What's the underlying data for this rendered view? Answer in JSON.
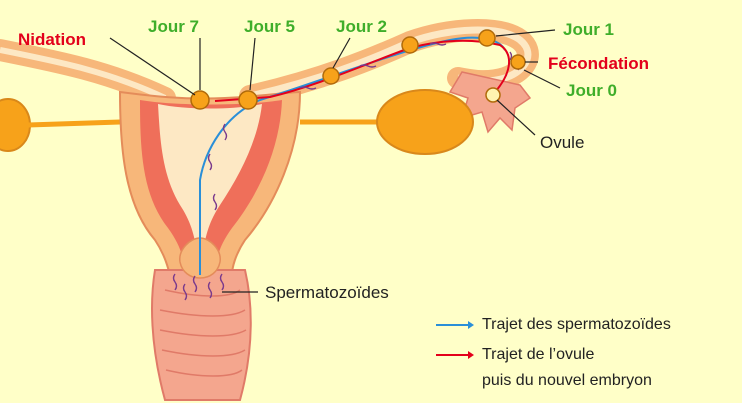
{
  "labels": {
    "nidation": "Nidation",
    "jour7": "Jour 7",
    "jour5": "Jour 5",
    "jour2": "Jour 2",
    "jour1": "Jour 1",
    "fecondation": "Fécondation",
    "jour0": "Jour 0",
    "ovule": "Ovule",
    "spermatozoides": "Spermatozoïdes"
  },
  "legend": {
    "sperm_path": "Trajet des spermatozoïdes",
    "ovum_path_line1": "Trajet de l’ovule",
    "ovum_path_line2": "puis du nouvel embryon"
  },
  "colors": {
    "background": "#ffffc8",
    "tissue_outer": "#f7b77a",
    "tissue_inner": "#ef6f5a",
    "cavity": "#fde8c4",
    "ovary": "#f7a21a",
    "sperm_arrow": "#2a8fd8",
    "ovum_arrow": "#e3001b",
    "day_label": "#3fae2a",
    "event_label": "#e3001b"
  }
}
